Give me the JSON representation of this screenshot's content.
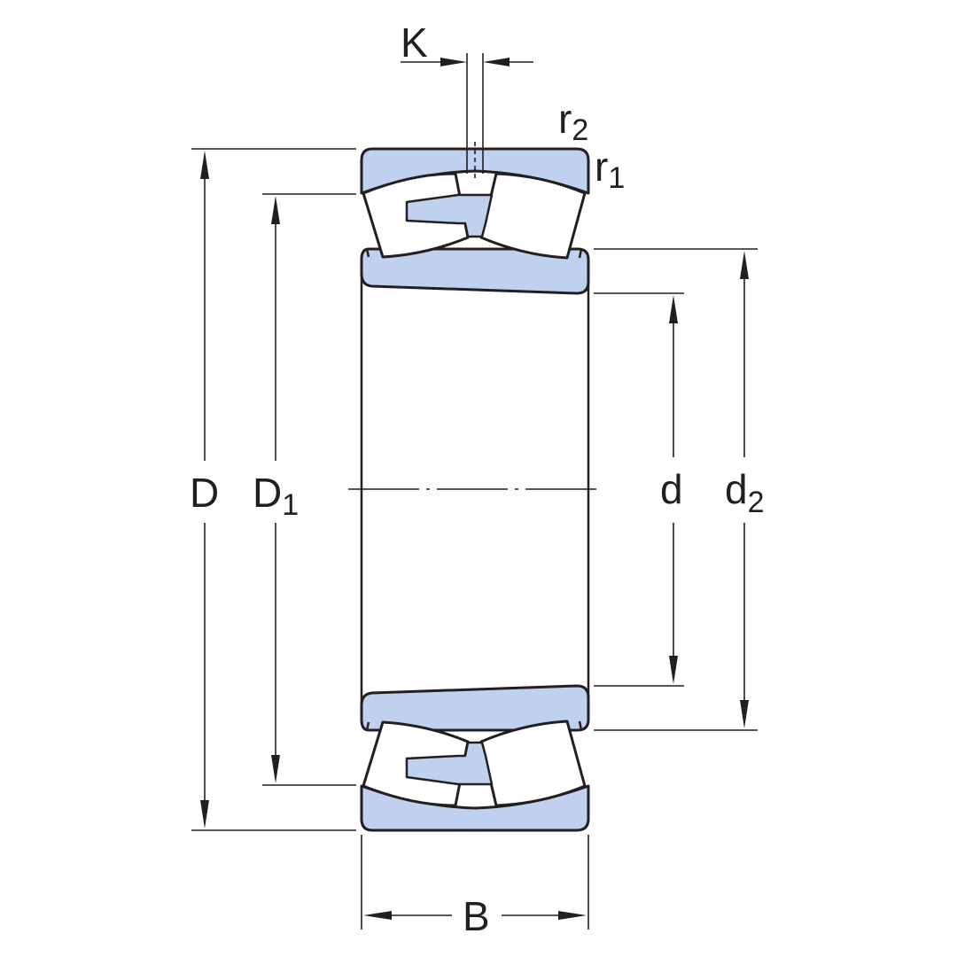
{
  "diagram": {
    "colors": {
      "ring_fill": "#c0d0ef",
      "line": "#231f20",
      "background": "#ffffff"
    },
    "labels": {
      "K": "K",
      "r2": {
        "main": "r",
        "sub": "2"
      },
      "r1": {
        "main": "r",
        "sub": "1"
      },
      "D": "D",
      "D1": {
        "main": "D",
        "sub": "1"
      },
      "d": "d",
      "d2": {
        "main": "d",
        "sub": "2"
      },
      "B": "B"
    }
  }
}
